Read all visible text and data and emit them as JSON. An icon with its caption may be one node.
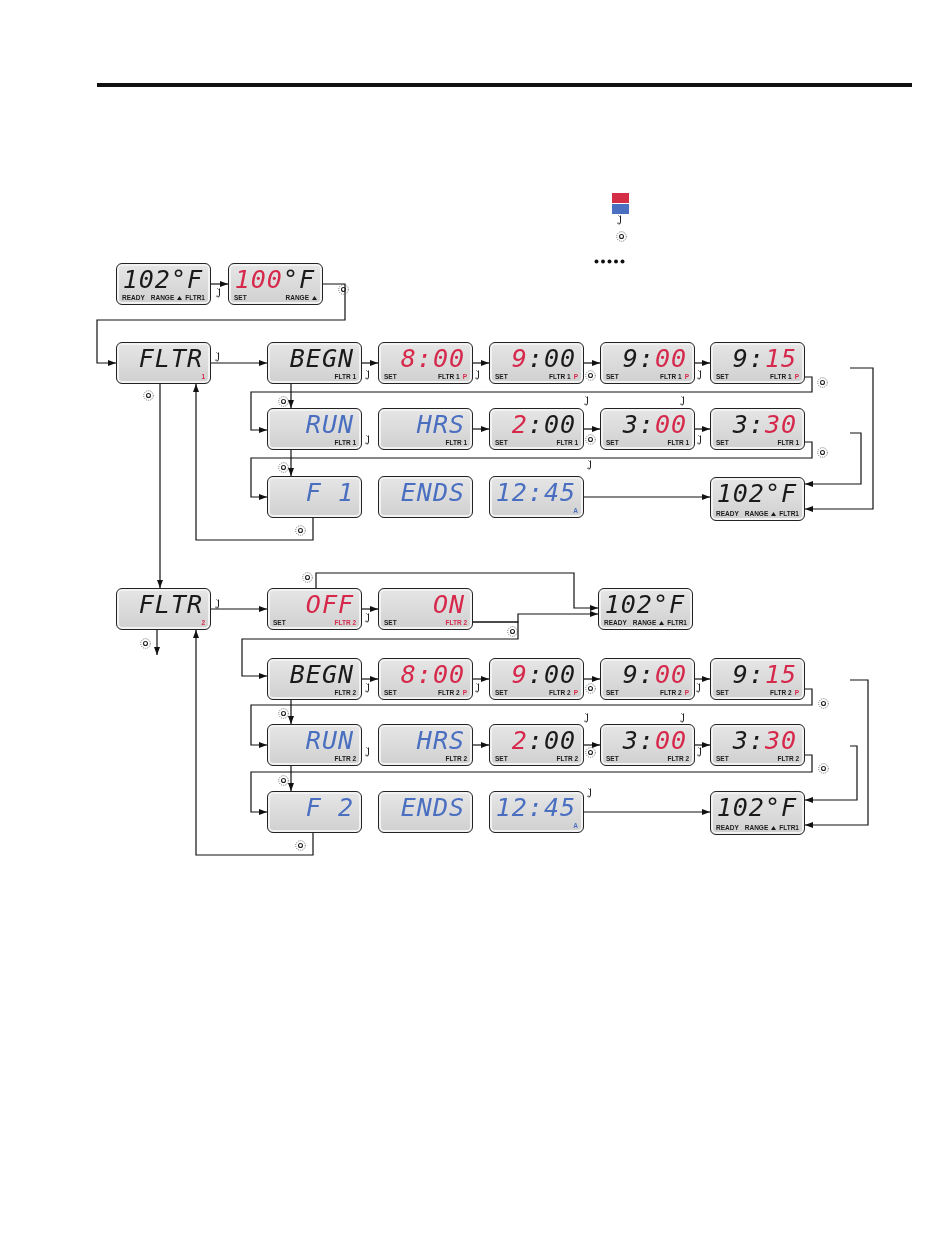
{
  "diagram": {
    "nodes": [
      {
        "text": [
          "102°F",
          "READY",
          "RANGE",
          "FLTR1"
        ]
      },
      {
        "text": [
          "100°F",
          "SET",
          "RANGE"
        ]
      },
      {
        "text": [
          "FLTR",
          "1"
        ]
      },
      {
        "text": [
          "BEGN",
          "FLTR 1"
        ]
      },
      {
        "text": [
          "8:00",
          "SET",
          "FLTR 1",
          "P"
        ]
      },
      {
        "text": [
          "9:00",
          "SET",
          "FLTR 1",
          "P"
        ]
      },
      {
        "text": [
          "9:00",
          "SET",
          "FLTR 1",
          "P"
        ]
      },
      {
        "text": [
          "9:15",
          "SET",
          "FLTR 1",
          "P"
        ]
      },
      {
        "text": [
          "RUN",
          "FLTR 1"
        ]
      },
      {
        "text": [
          "HRS",
          "FLTR 1"
        ]
      },
      {
        "text": [
          "2:00",
          "SET",
          "FLTR 1"
        ]
      },
      {
        "text": [
          "3:00",
          "SET",
          "FLTR 1"
        ]
      },
      {
        "text": [
          "3:30",
          "SET",
          "FLTR 1"
        ]
      },
      {
        "text": [
          "F 1"
        ]
      },
      {
        "text": [
          "ENDS"
        ]
      },
      {
        "text": [
          "12:45",
          "A"
        ]
      },
      {
        "text": [
          "102°F",
          "READY",
          "RANGE",
          "FLTR1"
        ]
      },
      {
        "text": [
          "FLTR",
          "2"
        ]
      },
      {
        "text": [
          "OFF",
          "SET",
          "FLTR 2"
        ]
      },
      {
        "text": [
          "ON",
          "SET",
          "FLTR 2"
        ]
      },
      {
        "text": [
          "102°F",
          "READY",
          "RANGE",
          "FLTR1"
        ]
      },
      {
        "text": [
          "BEGN",
          "FLTR 2"
        ]
      },
      {
        "text": [
          "8:00",
          "SET",
          "FLTR 2",
          "P"
        ]
      },
      {
        "text": [
          "9:00",
          "SET",
          "FLTR 2",
          "P"
        ]
      },
      {
        "text": [
          "9:00",
          "SET",
          "FLTR 2",
          "P"
        ]
      },
      {
        "text": [
          "9:15",
          "SET",
          "FLTR 2",
          "P"
        ]
      },
      {
        "text": [
          "RUN",
          "FLTR 2"
        ]
      },
      {
        "text": [
          "HRS",
          "FLTR 2"
        ]
      },
      {
        "text": [
          "2:00",
          "SET",
          "FLTR 2"
        ]
      },
      {
        "text": [
          "3:00",
          "SET",
          "FLTR 2"
        ]
      },
      {
        "text": [
          "3:30",
          "SET",
          "FLTR 2"
        ]
      },
      {
        "text": [
          "F 2"
        ]
      },
      {
        "text": [
          "ENDS"
        ]
      },
      {
        "text": [
          "12:45",
          "A"
        ]
      },
      {
        "text": [
          "102°F",
          "READY",
          "RANGE",
          "FLTR1"
        ]
      }
    ],
    "edges": [
      {
        "from": 0,
        "to": 1,
        "arrow": "to"
      },
      {
        "from": 1,
        "to": 2,
        "arrow": "to"
      },
      {
        "from": 2,
        "to": 3,
        "arrow": "to"
      },
      {
        "from": 3,
        "to": 4,
        "arrow": "to"
      },
      {
        "from": 4,
        "to": 5,
        "arrow": "to"
      },
      {
        "from": 5,
        "to": 6,
        "arrow": "to"
      },
      {
        "from": 6,
        "to": 7,
        "arrow": "to"
      },
      {
        "from": 7,
        "to": 8,
        "arrow": "to"
      },
      {
        "from": 3,
        "to": 8,
        "arrow": "to"
      },
      {
        "from": 9,
        "to": 10,
        "arrow": "to"
      },
      {
        "from": 10,
        "to": 11,
        "arrow": "to"
      },
      {
        "from": 11,
        "to": 12,
        "arrow": "to"
      },
      {
        "from": 12,
        "to": 13,
        "arrow": "to"
      },
      {
        "from": 8,
        "to": 13,
        "arrow": "to"
      },
      {
        "from": 15,
        "to": 16,
        "arrow": "to"
      },
      {
        "from": 13,
        "to": 2,
        "arrow": "to"
      },
      {
        "from": 2,
        "to": 17,
        "arrow": "to"
      },
      {
        "from": null,
        "to": 16,
        "arrow": "to"
      },
      {
        "from": null,
        "to": 16,
        "arrow": "to"
      },
      {
        "from": 17,
        "to": 18,
        "arrow": "to"
      },
      {
        "from": 18,
        "to": 19,
        "arrow": "to"
      },
      {
        "from": 18,
        "to": 20,
        "arrow": "to"
      },
      {
        "from": 19,
        "to": 20,
        "arrow": "to"
      },
      {
        "from": 19,
        "to": 21,
        "arrow": "to"
      },
      {
        "from": 21,
        "to": 22,
        "arrow": "to"
      },
      {
        "from": 22,
        "to": 23,
        "arrow": "to"
      },
      {
        "from": 23,
        "to": 24,
        "arrow": "to"
      },
      {
        "from": 24,
        "to": 25,
        "arrow": "to"
      },
      {
        "from": 25,
        "to": 26,
        "arrow": "to"
      },
      {
        "from": 21,
        "to": 26,
        "arrow": "to"
      },
      {
        "from": 27,
        "to": 28,
        "arrow": "to"
      },
      {
        "from": 28,
        "to": 29,
        "arrow": "to"
      },
      {
        "from": 29,
        "to": 30,
        "arrow": "to"
      },
      {
        "from": 30,
        "to": 31,
        "arrow": "to"
      },
      {
        "from": 26,
        "to": 31,
        "arrow": "to"
      },
      {
        "from": 33,
        "to": 34,
        "arrow": "to"
      },
      {
        "from": 31,
        "to": 17,
        "arrow": "to"
      },
      {
        "from": 17,
        "to": null,
        "arrow": "to"
      },
      {
        "from": null,
        "to": 34,
        "arrow": "to"
      },
      {
        "from": null,
        "to": 34,
        "arrow": "to"
      }
    ]
  }
}
